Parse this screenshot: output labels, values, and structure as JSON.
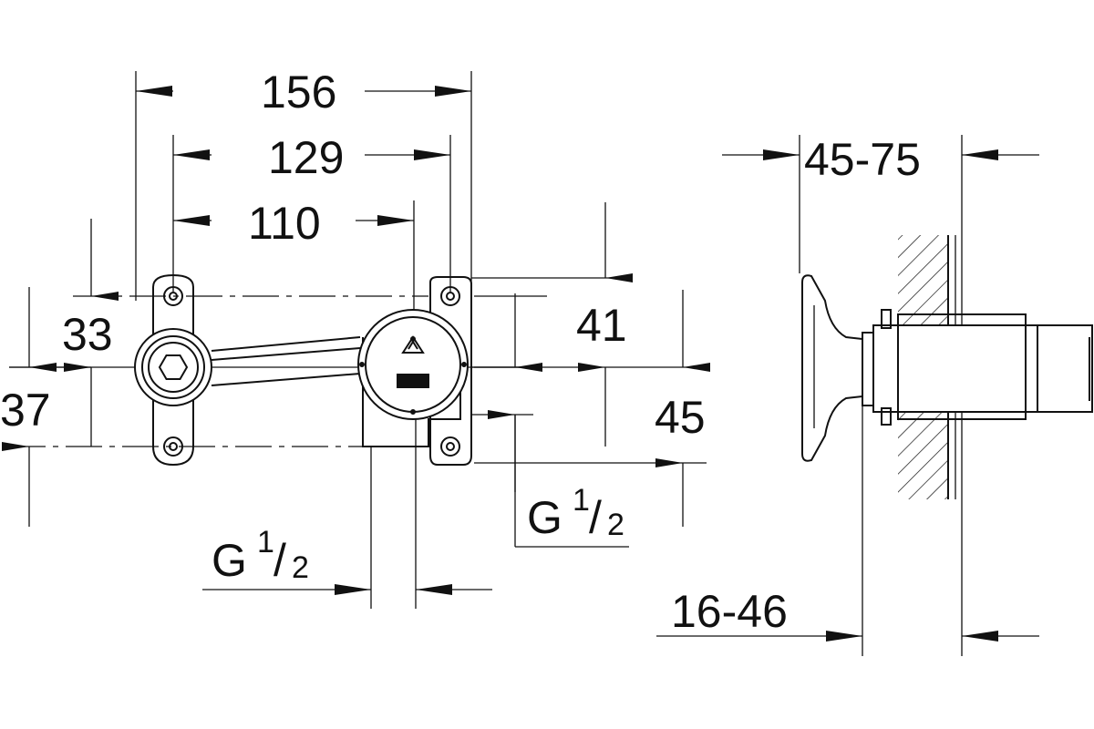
{
  "dimensions": {
    "d156": "156",
    "d129": "129",
    "d110": "110",
    "d33": "33",
    "d37": "37",
    "d41": "41",
    "d45": "45",
    "d45_75": "45-75",
    "d16_46": "16-46"
  },
  "threads": {
    "lower": {
      "base": "G",
      "num": "1",
      "slash": "/",
      "den": "2"
    },
    "right": {
      "base": "G",
      "num": "1",
      "slash": "/",
      "den": "2"
    }
  },
  "colors": {
    "line": "#111111",
    "background": "#ffffff"
  }
}
